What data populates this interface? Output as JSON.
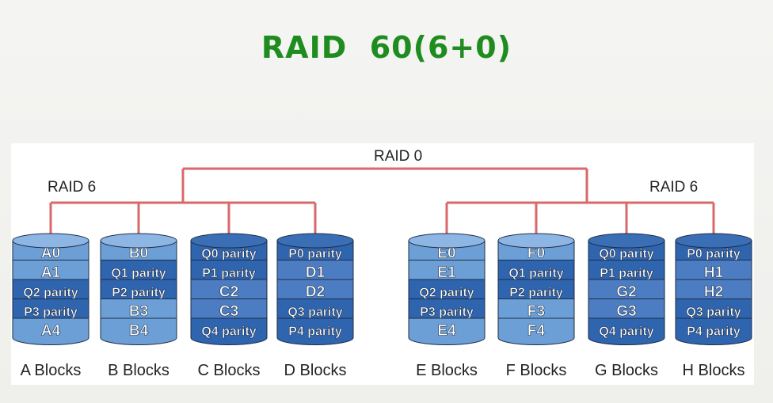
{
  "title": "RAID  60(6+0)",
  "raid0_label": "RAID 0",
  "raid6_left_label": "RAID 6",
  "raid6_right_label": "RAID 6",
  "colors": {
    "title": "#1f8c1f",
    "line": "#d9686a",
    "light_block": "#6c9fd6",
    "dark_block": "#2f64ae",
    "block_text": "#ffffff",
    "block_border": "#1e2d46"
  },
  "disks": [
    {
      "label": "A Blocks",
      "style": "light",
      "blocks": [
        "A0",
        "A1",
        "Q2 parity",
        "P3 parity",
        "A4"
      ]
    },
    {
      "label": "B Blocks",
      "style": "light",
      "blocks": [
        "B0",
        "Q1 parity",
        "P2 parity",
        "B3",
        "B4"
      ]
    },
    {
      "label": "C Blocks",
      "style": "dark",
      "blocks": [
        "Q0 parity",
        "P1 parity",
        "C2",
        "C3",
        "Q4 parity"
      ]
    },
    {
      "label": "D Blocks",
      "style": "dark",
      "blocks": [
        "P0 parity",
        "D1",
        "D2",
        "Q3 parity",
        "P4 parity"
      ]
    },
    {
      "label": "E Blocks",
      "style": "light",
      "blocks": [
        "E0",
        "E1",
        "Q2 parity",
        "P3 parity",
        "E4"
      ]
    },
    {
      "label": "F Blocks",
      "style": "light",
      "blocks": [
        "F0",
        "Q1 parity",
        "P2 parity",
        "F3",
        "F4"
      ]
    },
    {
      "label": "G Blocks",
      "style": "dark",
      "blocks": [
        "Q0 parity",
        "P1 parity",
        "G2",
        "G3",
        "Q4 parity"
      ]
    },
    {
      "label": "H Blocks",
      "style": "dark",
      "blocks": [
        "P0 parity",
        "H1",
        "H2",
        "Q3 parity",
        "P4 parity"
      ]
    }
  ]
}
